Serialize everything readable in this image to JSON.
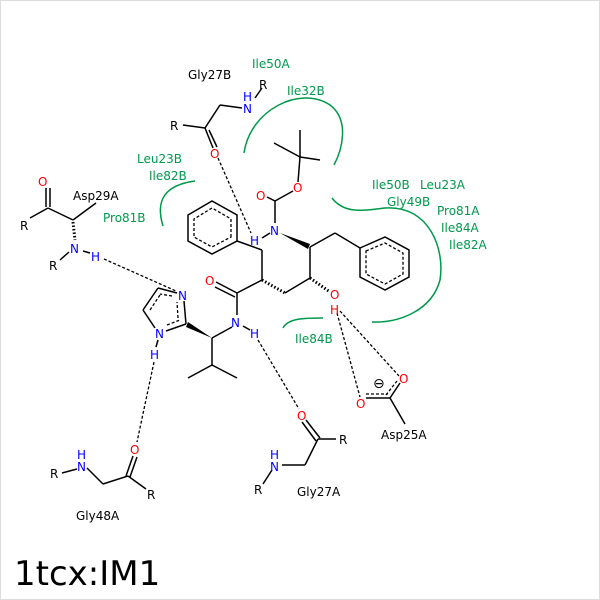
{
  "title": "1tcx:IM1",
  "residues": {
    "gly27b": "Gly27B",
    "asp29a": "Asp29A",
    "gly48a": "Gly48A",
    "gly27a": "Gly27A",
    "asp25a": "Asp25A"
  },
  "hydrophobic": [
    "Ile50A",
    "Ile32B",
    "Leu23B",
    "Ile82B",
    "Pro81B",
    "Ile50B",
    "Leu23A",
    "Gly49B",
    "Pro81A",
    "Ile84A",
    "Ile82A",
    "Ile84B"
  ],
  "atoms": {
    "N": "N",
    "O": "O",
    "H": "H",
    "R": "R",
    "minus": "⊖"
  },
  "colors": {
    "hydrophobic": "#00994c",
    "nitrogen": "#0000ff",
    "oxygen": "#ff0000"
  }
}
